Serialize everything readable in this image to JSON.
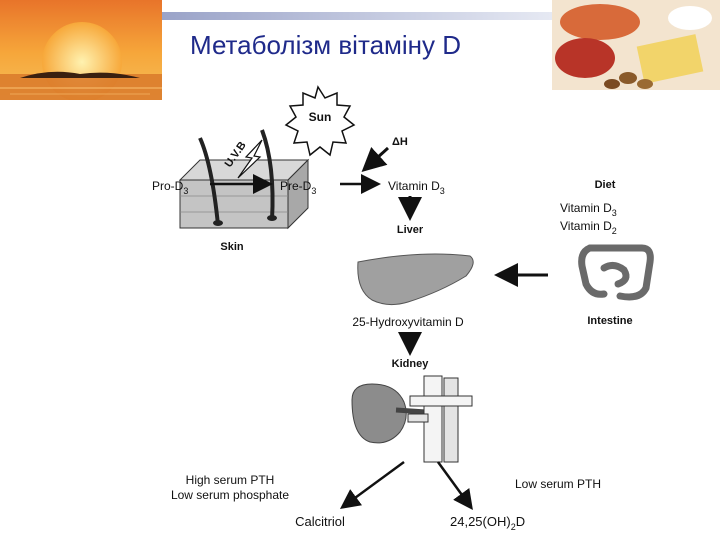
{
  "slide": {
    "title": "Метаболізм вітаміну D"
  },
  "diagram": {
    "sun": "Sun",
    "uvb": "U.V.B",
    "heat": "ΔH",
    "pro_d3": "Pro-D",
    "pre_d3": "Pre-D",
    "sub3": "3",
    "sub2": "2",
    "vitamin_d3": "Vitamin D",
    "skin": "Skin",
    "liver": "Liver",
    "diet": "Diet",
    "diet_vitamin_d3": "Vitamin D",
    "diet_vitamin_d2": "Vitamin D",
    "intestine": "Intestine",
    "hydroxy": "25-Hydroxyvitamin D",
    "kidney": "Kidney",
    "high_pth": "High serum PTH",
    "low_phosphate": "Low serum phosphate",
    "low_pth": "Low serum PTH",
    "calcitriol": "Calcitriol",
    "product_2425_a": "24,25(OH)",
    "product_2425_b": "D"
  },
  "colors": {
    "title": "#1f2a8a",
    "header_bar": "#c8cde0",
    "sunset_orange": "#f08a1c"
  }
}
